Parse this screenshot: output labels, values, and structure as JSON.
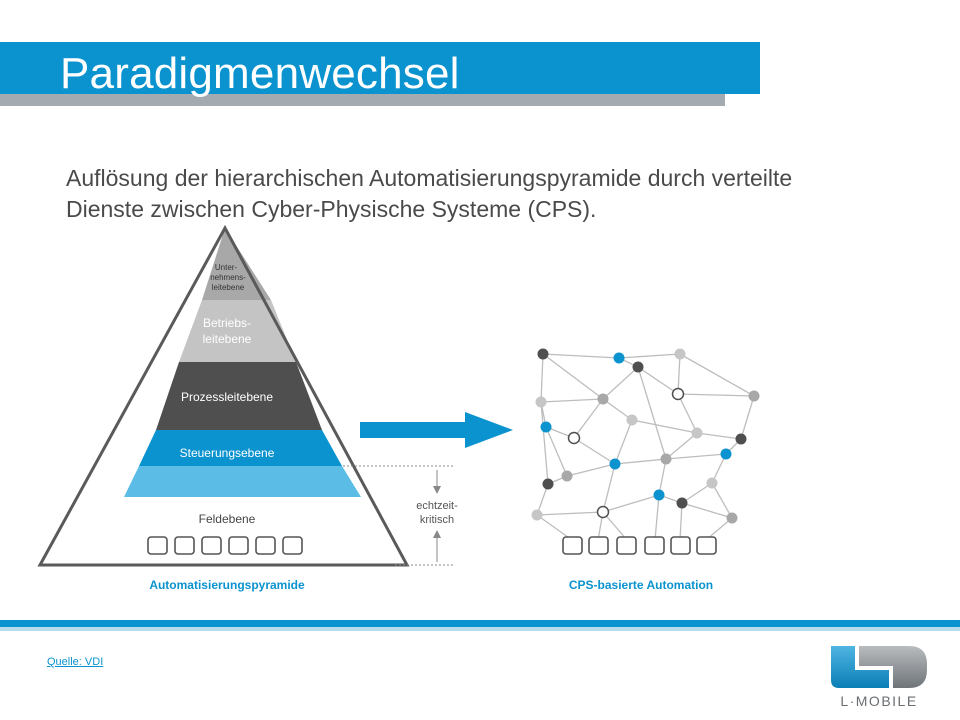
{
  "slide": {
    "title": "Paradigmenwechsel",
    "body_line1": "Auflösung der hierarchischen Automatisierungspyramide durch verteilte",
    "body_line2": "Dienste zwischen Cyber-Physische Systeme (CPS).",
    "source": "Quelle: VDI"
  },
  "pyramid": {
    "level_top_1": "Unter-",
    "level_top_2": "nehmens-",
    "level_top_3": "leitebene",
    "level_2_1": "Betriebs-",
    "level_2_2": "leitebene",
    "level_3": "Prozessleitebene",
    "level_4": "Steuerungsebene",
    "level_6": "Feldebene",
    "realtime_1": "echtzeit-",
    "realtime_2": "kritisch",
    "caption": "Automatisierungspyramide"
  },
  "network": {
    "caption": "CPS-basierte Automation"
  },
  "logo": {
    "text": "L·MOBILE"
  },
  "colors": {
    "brand_blue": "#0b93cf",
    "light_blue": "#5bbde6",
    "dark_gray": "#4f4f4f",
    "mid_gray": "#a8a8a8",
    "light_gray": "#c6c6c6"
  }
}
